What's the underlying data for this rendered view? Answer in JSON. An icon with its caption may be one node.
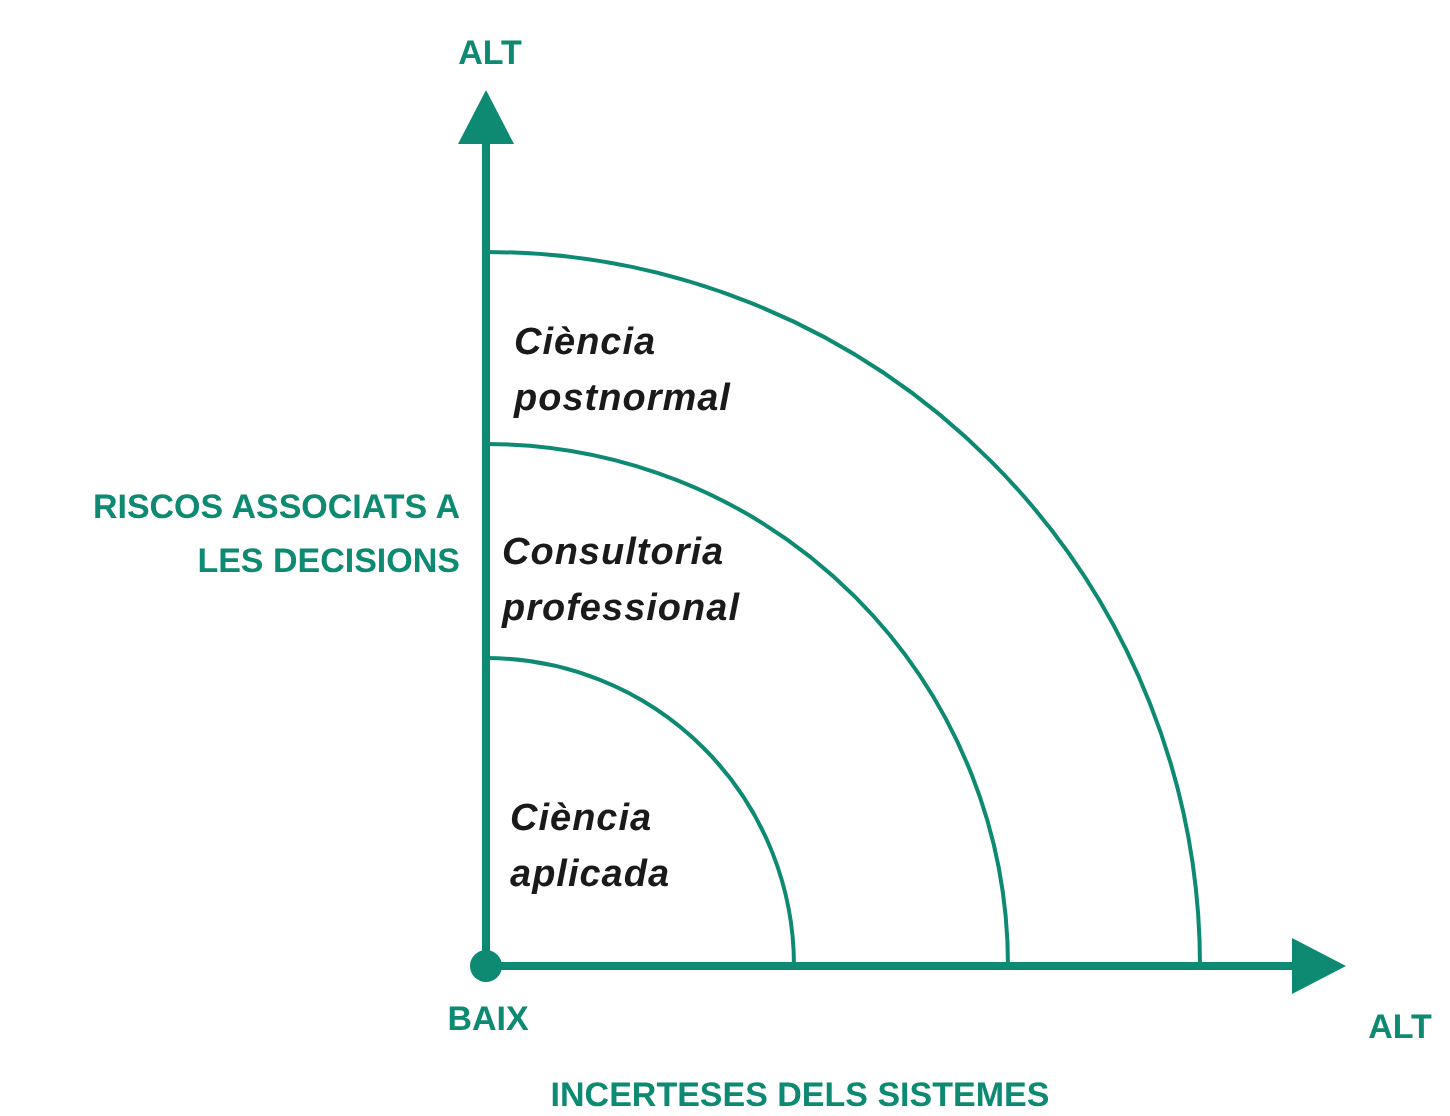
{
  "diagram": {
    "nodes": [
      {
        "text": [
          "Ciència aplicada"
        ],
        "in": 1
      },
      {
        "text": [
          "Consultoria professional"
        ],
        "in": 2
      },
      {
        "text": [
          "Ciència postnormal"
        ]
      }
    ],
    "labels": [
      "ALT",
      "RISCOS ASSOCIATS A LES DECISIONS",
      "BAIX",
      "ALT",
      "INCERTESES DELS SISTEMES"
    ]
  }
}
